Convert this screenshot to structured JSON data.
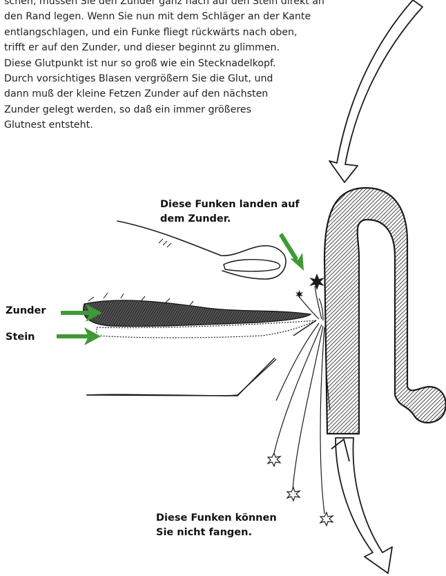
{
  "text": {
    "paragraph_lines": [
      "schen, müssen Sie den Zunder ganz nach auf den Stein direkt an",
      "den Rand legen. Wenn Sie nun mit dem Schläger an der Kante",
      "entlangschlagen, und ein Funke fliegt rückwärts nach oben,",
      "trifft er auf den Zunder, und dieser beginnt zu glimmen.",
      "Diese Glutpunkt ist nur so groß wie ein Stecknadelkopf.",
      "Durch vorsichtiges Blasen vergrößern Sie die Glut, und",
      "dann muß der kleine Fetzen Zunder auf den nächsten",
      "Zunder gelegt werden, so daß ein immer größeres",
      "Glutnest entsteht."
    ]
  },
  "labels": {
    "caught_line1": "Diese Funken landen auf",
    "caught_line2": "dem Zunder.",
    "tinder": "Zunder",
    "stone": "Stein",
    "lost_line1": "Diese Funken können",
    "lost_line2": "Sie nicht fangen."
  },
  "colors": {
    "text": "#231f20",
    "arrow_green": "#3f9a35",
    "ink": "#1a1a1a"
  },
  "icons": [
    "green-arrow",
    "spark-star",
    "curved-motion-arrow",
    "striker-hook",
    "flint-stone",
    "tinder",
    "finger"
  ]
}
